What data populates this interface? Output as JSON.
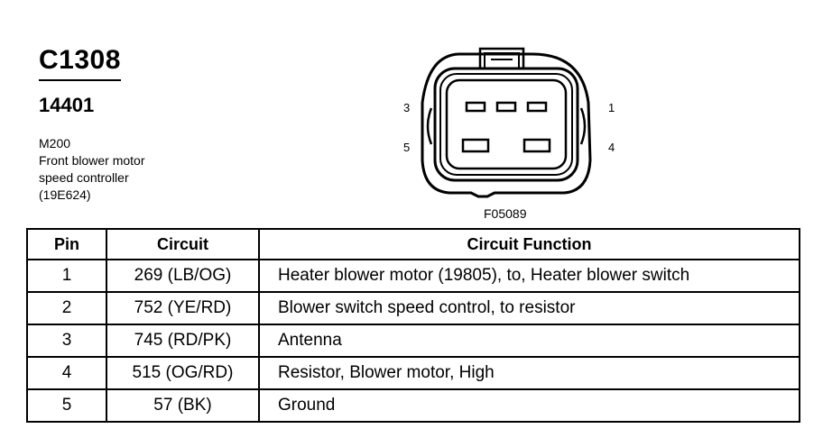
{
  "header": {
    "connector_id": "C1308",
    "part_number": "14401",
    "description_lines": [
      "M200",
      "Front blower motor",
      "speed controller",
      "(19E624)"
    ]
  },
  "diagram": {
    "pin_labels": {
      "p3": "3",
      "p1": "1",
      "p5": "5",
      "p4": "4"
    },
    "figure_code": "F05089"
  },
  "table": {
    "headers": [
      "Pin",
      "Circuit",
      "Circuit Function"
    ],
    "rows": [
      {
        "pin": "1",
        "circuit": "269 (LB/OG)",
        "function": "Heater blower motor (19805), to, Heater blower switch"
      },
      {
        "pin": "2",
        "circuit": "752 (YE/RD)",
        "function": "Blower switch speed control, to resistor"
      },
      {
        "pin": "3",
        "circuit": "745 (RD/PK)",
        "function": "Antenna"
      },
      {
        "pin": "4",
        "circuit": "515 (OG/RD)",
        "function": "Resistor, Blower motor, High"
      },
      {
        "pin": "5",
        "circuit": "57 (BK)",
        "function": "Ground"
      }
    ]
  }
}
